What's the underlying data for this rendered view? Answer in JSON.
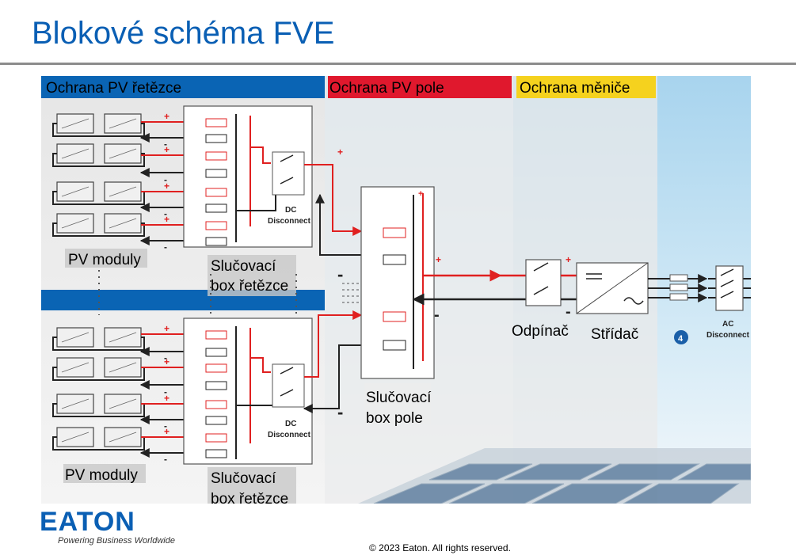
{
  "slide": {
    "title": "Blokové schéma FVE",
    "footer": "© 2023 Eaton. All rights reserved.",
    "logo": {
      "text": "EATON",
      "tagline": "Powering Business Worldwide",
      "color": "#0a5fb4"
    }
  },
  "sections": {
    "string_protection": "Ochrana PV řetězce",
    "array_protection": "Ochrana PV pole",
    "inverter_protection": "Ochrana měniče"
  },
  "labels": {
    "pv_modules_top": "PV moduly",
    "pv_modules_bottom": "PV moduly",
    "string_box_top": [
      "Slučovací",
      "box řetězce"
    ],
    "string_box_bottom": [
      "Slučovací",
      "box řetězce"
    ],
    "array_box": [
      "Slučovací",
      "box pole"
    ],
    "disconnector": "Odpínač",
    "inverter": "Střídač",
    "dc_disconnect": [
      "DC",
      "Disconnect"
    ],
    "ac_disconnect": [
      "AC",
      "Disconnect"
    ],
    "plus": "+",
    "minus": "-",
    "badge": "4"
  },
  "colors": {
    "blue": "#0a64b4",
    "red": "#e0182d",
    "yellow": "#f5d21e",
    "positive": "#e02020",
    "negative": "#222222"
  }
}
